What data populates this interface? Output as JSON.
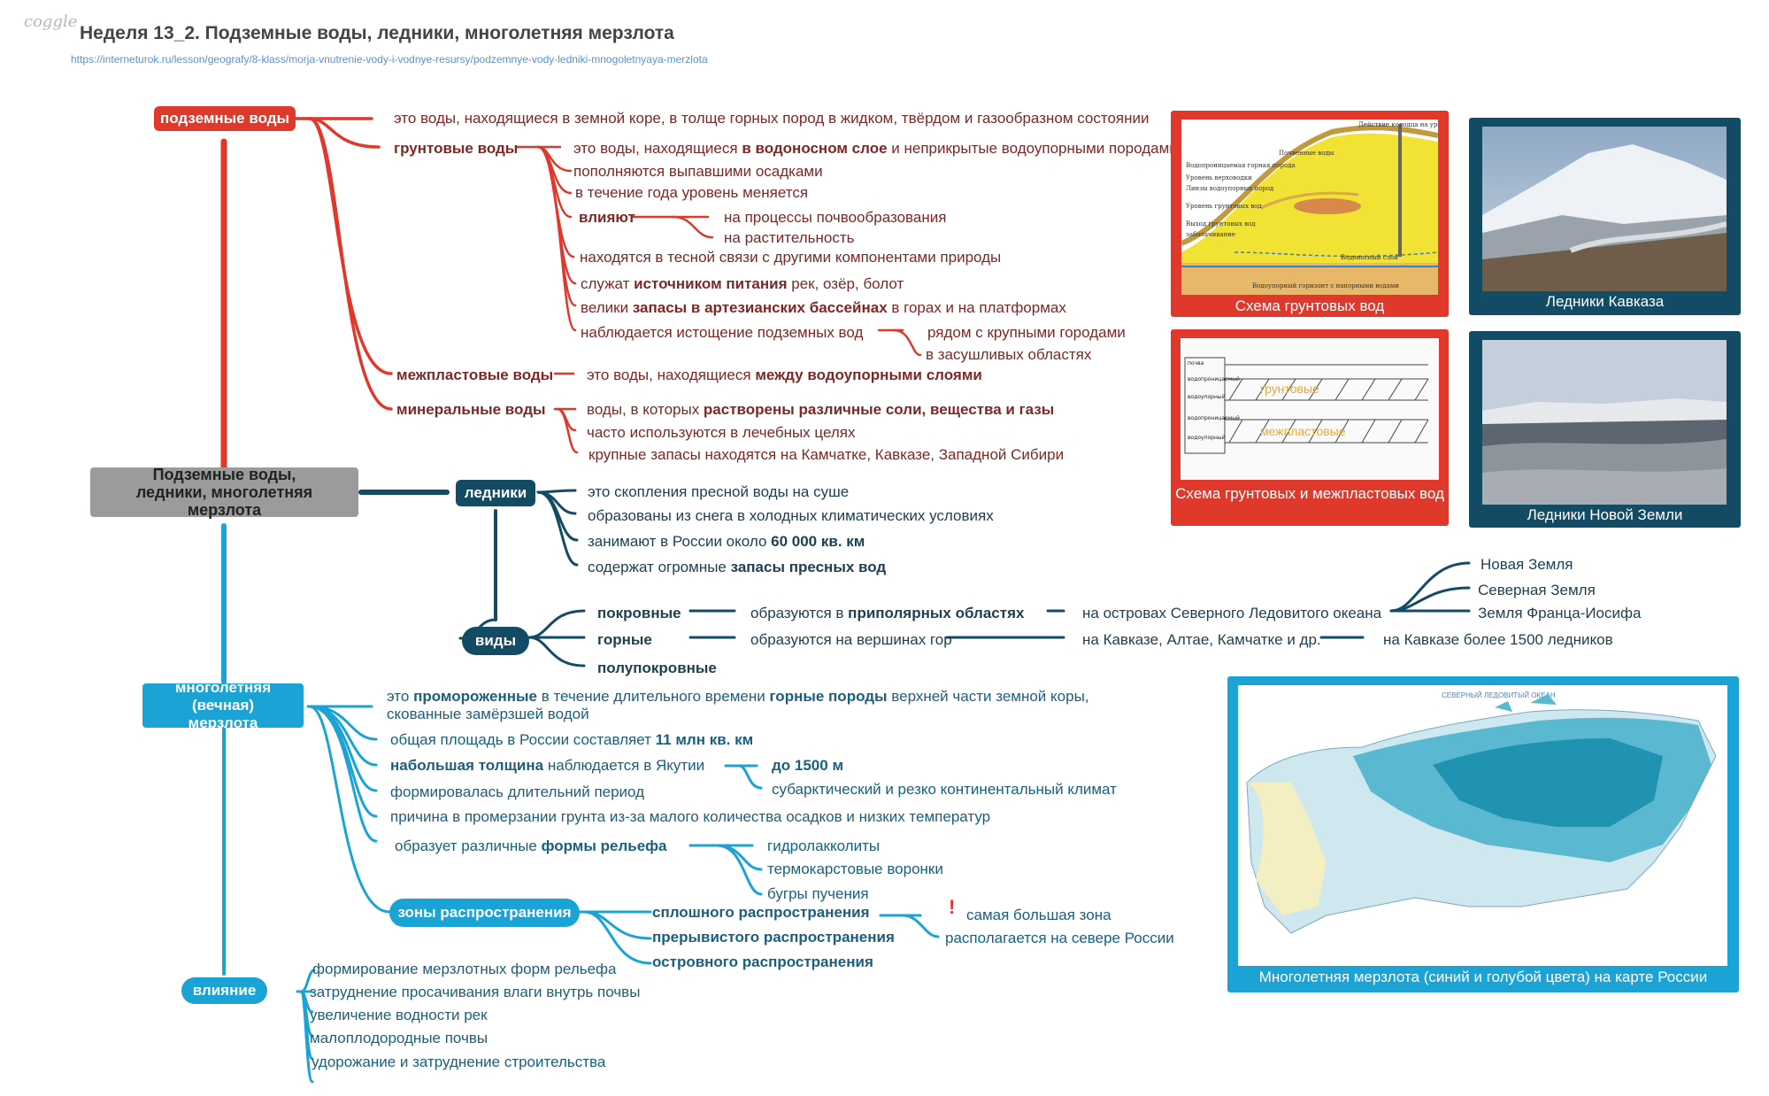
{
  "header": {
    "logo": "coggle",
    "title": "Неделя 13_2. Подземные воды, ледники, многолетняя мерзлота",
    "url": "https://interneturok.ru/lesson/geografy/8-klass/morja-vnutrenie-vody-i-vodnye-resursy/podzemnye-vody-ledniki-mnogoletnyaya-merzlota"
  },
  "colors": {
    "red": "#e0382b",
    "navy": "#134b64",
    "cyan": "#1ba3d6",
    "gray": "#9b9b9b"
  },
  "root": {
    "label": "Подземные воды, ледники, многолетняя мерзлота"
  },
  "underground": {
    "label": "подземные воды",
    "definition": [
      "это воды, находящиеся в земной коре, в толще горных пород в жидком, твёрдом и газообразном состоянии"
    ],
    "ground": {
      "label": "грунтовые воды",
      "def": [
        "это воды, находящиеся ",
        "в водоносном слое",
        " и неприкрытые водоупорными породами"
      ],
      "refill": "пополняются выпавшими осадками",
      "level": "в течение года уровень меняется",
      "influence": "влияют",
      "influence_items": [
        "на процессы почвообразования",
        "на растительность"
      ],
      "connection": "находятся в тесной связи с другими компонентами природы",
      "source": [
        "служат ",
        "источником питания",
        " рек, озёр, болот"
      ],
      "artesian": [
        "велики ",
        "запасы в артезианских бассейнах",
        " в горах и на платформах"
      ],
      "depletion": "наблюдается истощение подземных вод",
      "depletion_items": [
        "рядом с крупными городами",
        "в засушливых областях"
      ]
    },
    "interstratal": {
      "label": "межпластовые воды",
      "def": [
        "это воды, находящиеся ",
        "между водоупорными слоями"
      ]
    },
    "mineral": {
      "label": "минеральные воды",
      "def": [
        "воды, в которых ",
        "растворены различные соли, вещества и газы"
      ],
      "use": "часто используются в лечебных целях",
      "reserves": "крупные запасы находятся на Камчатке, Кавказе, Западной Сибири"
    }
  },
  "glaciers": {
    "label": "ледники",
    "facts": [
      [
        "это скопления пресной воды на суше",
        ""
      ],
      [
        "образованы из снега в холодных климатических условиях",
        ""
      ],
      [
        "занимают в России около ",
        "60 000 кв. км"
      ],
      [
        "содержат огромные ",
        "запасы пресных вод"
      ]
    ],
    "types": {
      "label": "виды",
      "cover": {
        "label": "покровные",
        "formed": [
          "образуются в ",
          "приполярных областях"
        ],
        "where": "на островах Северного Ледовитого океана",
        "islands": [
          "Новая Земля",
          "Северная Земля",
          "Земля Франца-Иосифа"
        ]
      },
      "mountain": {
        "label": "горные",
        "formed": "образуются на вершинах гор",
        "where": "на Кавказе, Алтае, Камчатке и др.",
        "count": "на Кавказе более 1500 ледников"
      },
      "semi": {
        "label": "полупокровные"
      }
    }
  },
  "permafrost": {
    "label": "многолетняя (вечная) мерзлота",
    "def": [
      "это ",
      "промороженные",
      " в течение длительного времени ",
      "горные породы",
      " верхней части земной коры,"
    ],
    "def2": "скованные замёрзшей водой",
    "area": [
      "общая площадь в России составляет ",
      "11 млн кв. км"
    ],
    "thickness": [
      "набольшая толщина",
      " наблюдается в Якутии"
    ],
    "thickness_items": [
      "до 1500 м",
      "субарктический и резко континентальный климат"
    ],
    "formed": "формировалась длительний период",
    "cause": "причина в промерзании грунта из-за малого количества осадков и низких температур",
    "relief": [
      "образует различные ",
      "формы рельефа"
    ],
    "relief_items": [
      "гидролакколиты",
      "термокарстовые воронки",
      "бугры пучения"
    ],
    "zones": {
      "label": "зоны распространения",
      "items": [
        "сплошного распространения",
        "прерывистого распространения",
        "островного распространения"
      ],
      "notes": [
        "самая большая зона",
        "располагается на севере России"
      ],
      "mark": "!"
    }
  },
  "influence": {
    "label": "влияние",
    "items": [
      "формирование мерзлотных форм рельефа",
      "затруднение просачивания влаги внутрь почвы",
      "увеличение водности рек",
      "малоплодородные почвы",
      "удорожание и затруднение строительства"
    ]
  },
  "images": {
    "ground_scheme": {
      "caption": "Схема грунтовых вод",
      "labels": [
        "Действие колодца на уровень грунтовых вод",
        "Почвенные воды",
        "Водопроницаемая горная порода",
        "Уровень верховодки",
        "Линзы водоупорных пород",
        "Уровень грунтовых вод",
        "Выход грунтовых вод",
        "заболачивание",
        "Водоносный слой",
        "Водоупорный горизонт с напорными водами"
      ]
    },
    "caucasus": {
      "caption": "Ледники Кавказа"
    },
    "interstratal_scheme": {
      "caption": "Схема грунтовых и межпластовых вод",
      "rows": [
        "почва",
        "водопроницаемый",
        "водоупорный",
        "водопроницаемый",
        "водоупорный"
      ],
      "tags": [
        "грунтовые",
        "межпластовые"
      ]
    },
    "novaya": {
      "caption": "Ледники Новой Земли"
    },
    "map": {
      "caption": "Многолетняя мерзлота (синий и голубой цвета) на карте России",
      "sea": "СЕВЕРНЫЙ ЛЕДОВИТЫЙ ОКЕАН"
    }
  }
}
